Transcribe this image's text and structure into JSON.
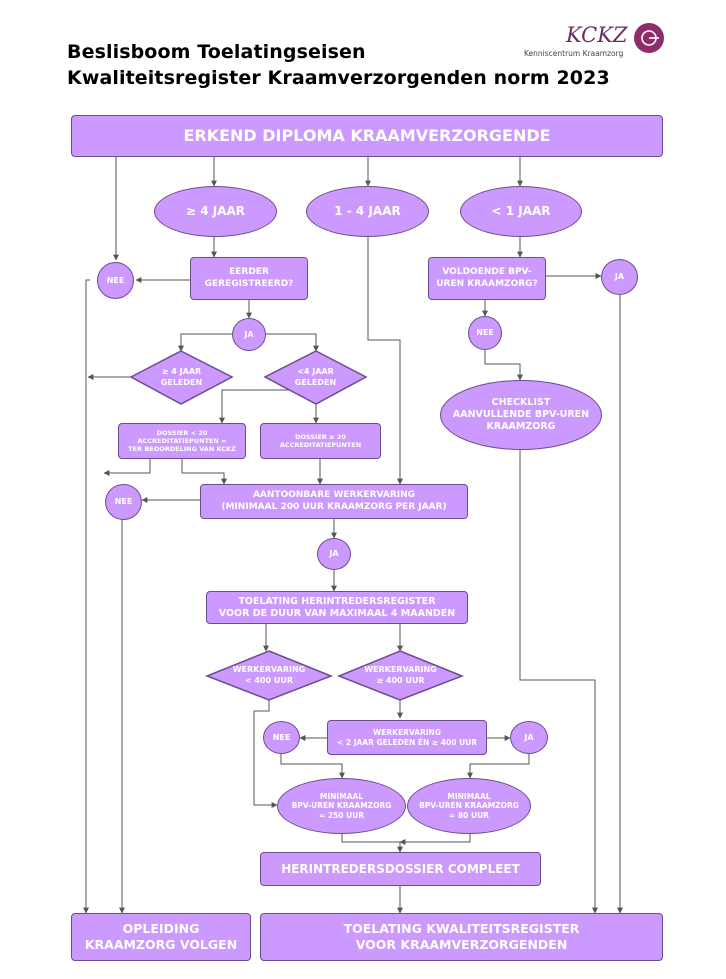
{
  "header": {
    "title_line1": "Beslisboom Toelatingseisen",
    "title_line2": "Kwaliteitsregister Kraamverzorgenden norm 2023",
    "logo_text": "KCKZ",
    "logo_sub": "Kenniscentrum Kraamzorg",
    "logo_colors": {
      "text": "#6b2c5f",
      "circle": "#8e2c6e"
    }
  },
  "colors": {
    "fill": "#cc99ff",
    "border": "#6b4e8c",
    "line": "#555555"
  },
  "nodes": {
    "erkend_diploma": "ERKEND DIPLOMA KRAAMVERZORGENDE",
    "ge4_jaar": "≥ 4 JAAR",
    "1_4_jaar": "1 - 4 JAAR",
    "lt1_jaar": "< 1 JAAR",
    "nee_1": "NEE",
    "eerder_line1": "EERDER",
    "eerder_line2": "GEREGISTREERD?",
    "voldoende_line1": "VOLDOENDE BPV-",
    "voldoende_line2": "UREN KRAAMZORG?",
    "ja_1": "JA",
    "ja_2": "JA",
    "nee_2": "NEE",
    "ge4_geleden_line1": "≥ 4 JAAR",
    "ge4_geleden_line2": "GELEDEN",
    "lt4_geleden_line1": "<4 JAAR",
    "lt4_geleden_line2": "GELEDEN",
    "checklist_line1": "CHECKLIST",
    "checklist_line2": "AANVULLENDE BPV-UREN",
    "checklist_line3": "KRAAMZORG",
    "dossier_lt20_line1": "DOSSIER < 20",
    "dossier_lt20_line2": "ACCREDITATIEPUNTEN =",
    "dossier_lt20_line3": "TER BEOORDELING VAN KCKZ",
    "dossier_ge20_line1": "DOSSIER ≥ 20",
    "dossier_ge20_line2": "ACCREDITATIEPUNTEN",
    "nee_3": "NEE",
    "werkervaring_line1": "AANTOONBARE WERKERVARING",
    "werkervaring_line2": "(MINIMAAL 200 UUR KRAAMZORG PER JAAR)",
    "ja_3": "JA",
    "herintreders_line1": "TOELATING HERINTREDERSREGISTER",
    "herintreders_line2": "VOOR DE DUUR VAN MAXIMAAL 4 MAANDEN",
    "wv_lt400_line1": "WERKERVARING",
    "wv_lt400_line2": "< 400 UUR",
    "wv_ge400_line1": "WERKERVARING",
    "wv_ge400_line2": "≥ 400 UUR",
    "nee_4": "NEE",
    "wv_2jaar_line1": "WERKERVARING",
    "wv_2jaar_line2": "< 2 JAAR GELEDEN ÉN ≥ 400 UUR",
    "ja_4": "JA",
    "bpv250_line1": "MINIMAAL",
    "bpv250_line2": "BPV-UREN KRAAMZORG",
    "bpv250_line3": "= 250 UUR",
    "bpv80_line1": "MINIMAAL",
    "bpv80_line2": "BPV-UREN KRAAMZORG",
    "bpv80_line3": "= 80 UUR",
    "dossier_compleet": "HERINTREDERSDOSSIER COMPLEET",
    "opleiding_line1": "OPLEIDING",
    "opleiding_line2": "KRAAMZORG VOLGEN",
    "toelating_line1": "TOELATING KWALITEITSREGISTER",
    "toelating_line2": "VOOR KRAAMVERZORGENDEN"
  }
}
